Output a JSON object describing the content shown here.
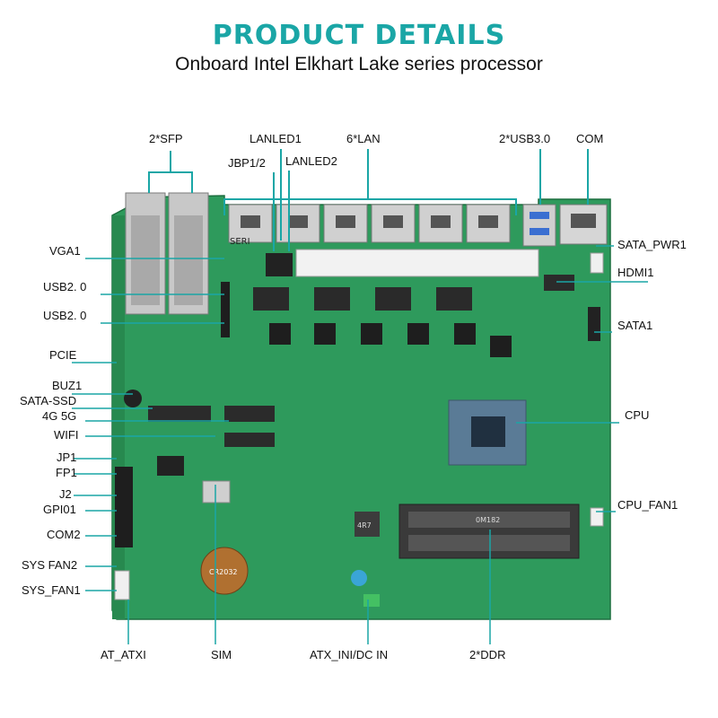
{
  "header": {
    "title": "PRODUCT DETAILS",
    "subtitle": "Onboard Intel Elkhart Lake series processor"
  },
  "labels": {
    "sfp": "2*SFP",
    "lanled1": "LANLED1",
    "lan": "6*LAN",
    "usb30": "2*USB3.0",
    "com": "COM",
    "jbp": "JBP1/2",
    "lanled2": "LANLED2",
    "vga": "VGA1",
    "usb20a": "USB2. 0",
    "usb20b": "USB2. 0",
    "pcie": "PCIE",
    "buz": "BUZ1",
    "satassd": "SATA-SSD",
    "g45": "4G 5G",
    "wifi": "WIFI",
    "jp1": "JP1",
    "fp1": "FP1",
    "j2": "J2",
    "gpio": "GPI01",
    "com2": "COM2",
    "sysfan2": "SYS FAN2",
    "sysfan1": "SYS_FAN1",
    "satapwr": "SATA_PWR1",
    "hdmi": "HDMI1",
    "sata1": "SATA1",
    "cpu": "CPU",
    "cpufan": "CPU_FAN1",
    "atatx": "AT_ATXI",
    "sim": "SIM",
    "atxdc": "ATX_INI/DC IN",
    "ddr": "2*DDR"
  },
  "board_markings": {
    "serial": "SERI",
    "chip": "4R7",
    "ddr_mark": "0M182",
    "battery": "CR2032"
  },
  "colors": {
    "title": "#1aa6a6",
    "pcb": "#2e9a5c",
    "pcb_dark": "#1f7a45",
    "callout_line": "#1aa6a6",
    "bracket": "#1aa6a6"
  }
}
